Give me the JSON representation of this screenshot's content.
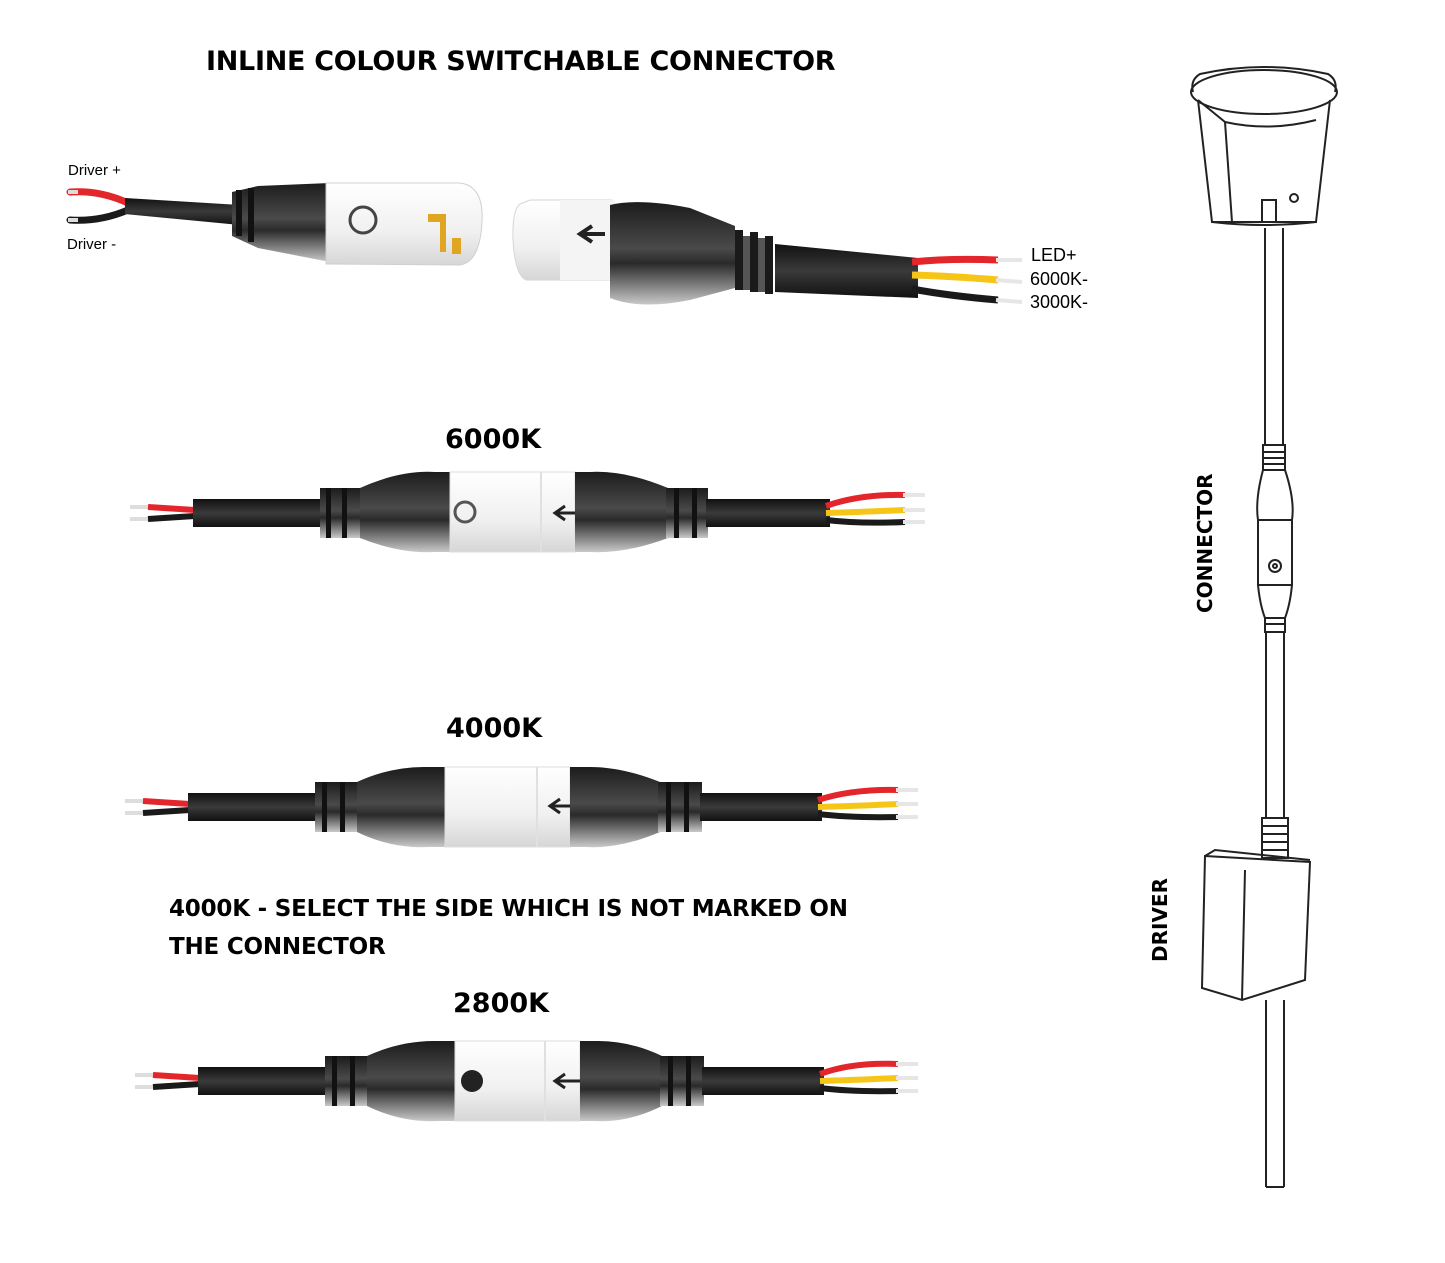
{
  "title": "INLINE COLOUR SWITCHABLE CONNECTOR",
  "top_connector": {
    "driver_positive": "Driver +",
    "driver_negative": "Driver -",
    "led_positive": "LED+",
    "led_6000k": "6000K-",
    "led_3000k": "3000K-"
  },
  "settings": [
    {
      "label": "6000K"
    },
    {
      "label": "4000K"
    },
    {
      "label": "2800K"
    }
  ],
  "note": "4000K - SELECT THE SIDE WHICH IS NOT MARKED ON THE CONNECTOR",
  "side_diagram": {
    "connector_label": "CONNECTOR",
    "driver_label": "DRIVER"
  },
  "colors": {
    "wire_red": "#e3262b",
    "wire_yellow": "#f5c518",
    "wire_black": "#1a1a1a",
    "cable": "#2b2b2b",
    "housing_white": "#eeeeee",
    "pin_gold": "#e0a623"
  }
}
